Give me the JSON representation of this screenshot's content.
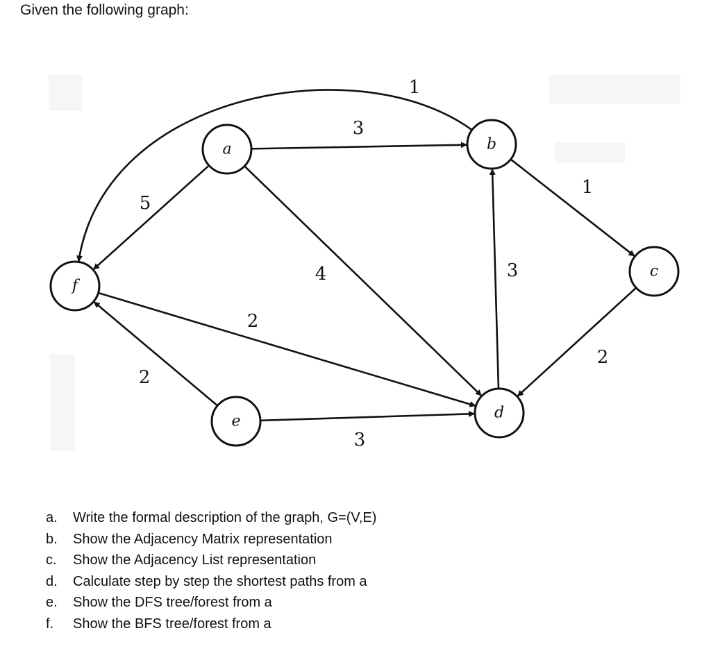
{
  "intro": "Given the following graph:",
  "graph": {
    "nodes": [
      {
        "id": "a",
        "label": "a"
      },
      {
        "id": "b",
        "label": "b"
      },
      {
        "id": "c",
        "label": "c"
      },
      {
        "id": "d",
        "label": "d"
      },
      {
        "id": "e",
        "label": "e"
      },
      {
        "id": "f",
        "label": "f"
      }
    ],
    "edges": [
      {
        "from": "a",
        "to": "b",
        "weight": "3"
      },
      {
        "from": "a",
        "to": "f",
        "weight": "5"
      },
      {
        "from": "a",
        "to": "d",
        "weight": "4"
      },
      {
        "from": "f",
        "to": "b",
        "weight": "1"
      },
      {
        "from": "f",
        "to": "d",
        "weight": "2"
      },
      {
        "from": "e",
        "to": "f",
        "weight": "2"
      },
      {
        "from": "e",
        "to": "d",
        "weight": "3"
      },
      {
        "from": "d",
        "to": "b",
        "weight": "3"
      },
      {
        "from": "b",
        "to": "c",
        "weight": "1"
      },
      {
        "from": "c",
        "to": "d",
        "weight": "2"
      }
    ]
  },
  "questions": [
    {
      "marker": "a.",
      "text": "Write the formal description of the graph, G=(V,E)"
    },
    {
      "marker": "b.",
      "text": "Show the Adjacency Matrix representation"
    },
    {
      "marker": "c.",
      "text": "Show the Adjacency List representation"
    },
    {
      "marker": "d.",
      "text": "Calculate step by step the shortest paths from a"
    },
    {
      "marker": "e.",
      "text": "Show the DFS tree/forest from a"
    },
    {
      "marker": "f.",
      "text": "Show the BFS tree/forest from a"
    }
  ]
}
